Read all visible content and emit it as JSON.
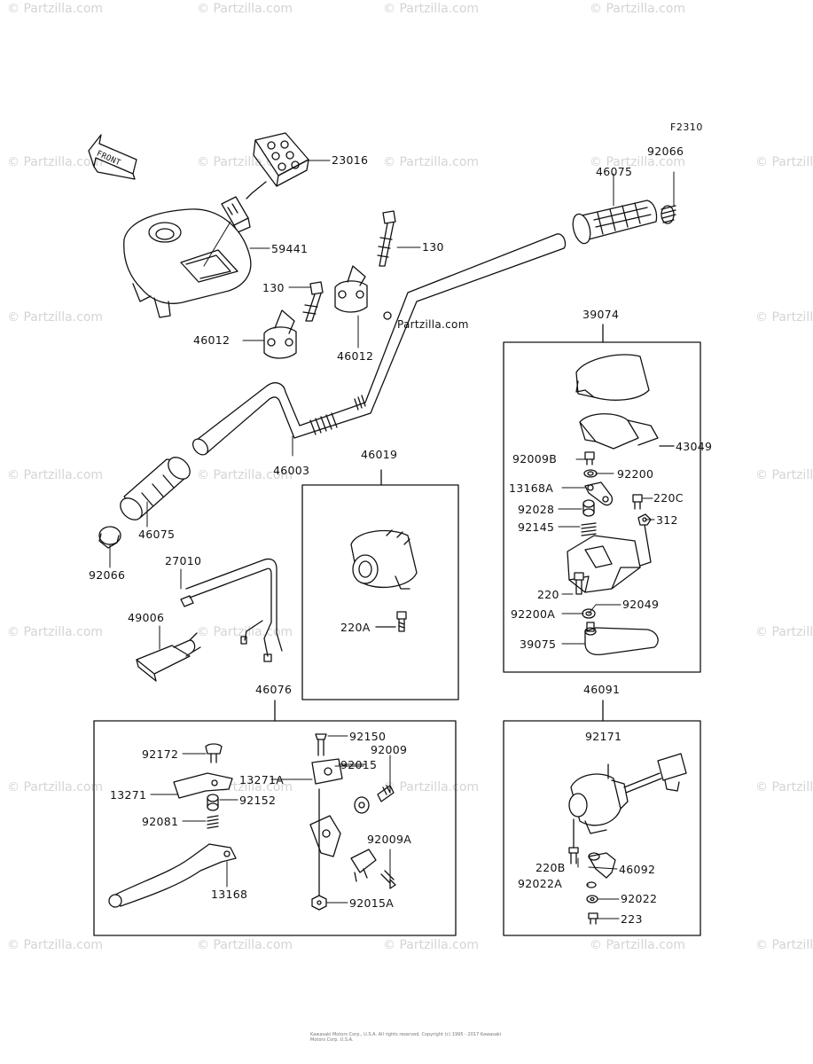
{
  "figure_code": "F2310",
  "front_marker": "FRONT",
  "watermark_logo": "© Partzilla.com",
  "watermark": "© Partzilla.com",
  "center_watermark": "Partzilla.com",
  "copyright": "Kawasaki Motors Corp., U.S.A. All rights reserved. Copyright (c) 1995 - 2017 Kawasaki Motors Corp. U.S.A.",
  "parts": {
    "p23016": "23016",
    "p59441": "59441",
    "p130a": "130",
    "p130b": "130",
    "p46012a": "46012",
    "p46012b": "46012",
    "p46003": "46003",
    "p46075a": "46075",
    "p46075b": "46075",
    "p92066a": "92066",
    "p92066b": "92066",
    "p27010": "27010",
    "p49006": "49006",
    "p46019": "46019",
    "p220A": "220A",
    "p39074": "39074",
    "p43049": "43049",
    "p92009B": "92009B",
    "p92200": "92200",
    "p13168A": "13168A",
    "p220C": "220C",
    "p92028": "92028",
    "p312": "312",
    "p92145": "92145",
    "p220": "220",
    "p92200A": "92200A",
    "p92049": "92049",
    "p39075": "39075",
    "p46076": "46076",
    "p92172": "92172",
    "p92150": "92150",
    "p92009": "92009",
    "p92015": "92015",
    "p13271A": "13271A",
    "p13271": "13271",
    "p92152": "92152",
    "p92081": "92081",
    "p92009A": "92009A",
    "p13168": "13168",
    "p92015A": "92015A",
    "p46091": "46091",
    "p92171": "92171",
    "p220B": "220B",
    "p46092": "46092",
    "p92022A": "92022A",
    "p92022": "92022",
    "p223": "223"
  }
}
